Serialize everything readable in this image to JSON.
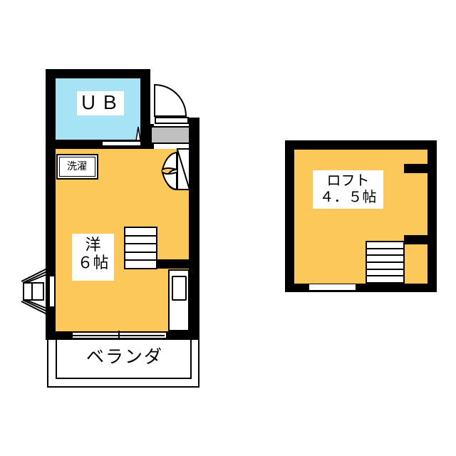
{
  "floorplan": {
    "unit_bath": {
      "label": "ＵＢ"
    },
    "laundry": {
      "label": "洗濯"
    },
    "western_room": {
      "label_line1": "洋",
      "label_line2": "６帖"
    },
    "veranda": {
      "label": "ベランダ"
    },
    "loft": {
      "label_line1": "ロフト",
      "label_line2": "４．５帖"
    }
  },
  "colors": {
    "room_fill": "#fdc85a",
    "bath_fill": "#a6e3f5",
    "entrance_fill": "#c0c0c0",
    "wall": "#000000"
  }
}
